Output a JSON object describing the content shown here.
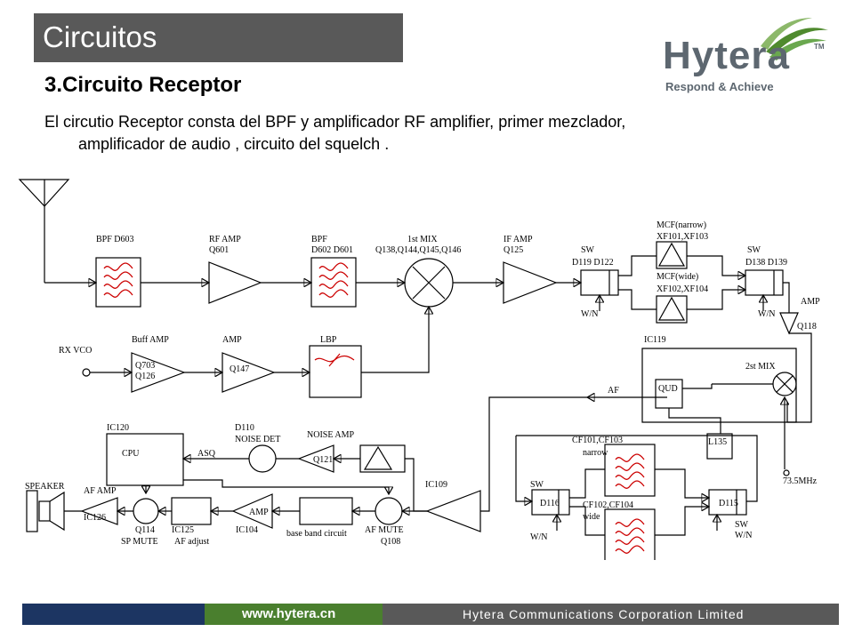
{
  "slide": {
    "title": "Circuitos",
    "subtitle": "3.Circuito Receptor",
    "body_line1": "El circutio Receptor consta del BPF y amplificador  RF amplifier, primer mezclador,",
    "body_line2": "amplificador de audio , circuito del squelch ."
  },
  "logo": {
    "brand": "Hytera",
    "tm": "TM",
    "tagline": "Respond & Achieve"
  },
  "footer": {
    "website": "www.hytera.cn",
    "company": "Hytera Communications Corporation Limited"
  },
  "diagram": {
    "bpf1": "BPF  D603",
    "rfamp": "RF AMP",
    "rfamp_q": "Q601",
    "bpf2": "BPF",
    "bpf2_d": "D602 D601",
    "mix1": "1st MIX",
    "mix1_q": "Q138,Q144,Q145,Q146",
    "ifamp": "IF AMP",
    "ifamp_q": "Q125",
    "sw1": "SW",
    "sw1_d": "D119  D122",
    "mcf_n": "MCF(narrow)",
    "mcf_n_xf": "XF101,XF103",
    "mcf_w": "MCF(wide)",
    "mcf_w_xf": "XF102,XF104",
    "sw2": "SW",
    "sw2_d": "D138  D139",
    "wn1": "W/N",
    "wn2": "W/N",
    "amp118": "AMP",
    "amp118_q": "Q118",
    "rxvco": "RX VCO",
    "buffamp": "Buff AMP",
    "buff_q1": "Q703",
    "buff_q2": "Q126",
    "amp147": "AMP",
    "amp147_q": "Q147",
    "lbp": "LBP",
    "ic119": "IC119",
    "mix2": "2st MIX",
    "af": "AF",
    "qud": "QUD",
    "l135": "L135",
    "mhz": "73.5MHz",
    "ic120": "IC120",
    "cpu": "CPU",
    "d110": "D110",
    "noisedet": "NOISE DET",
    "asq": "ASQ",
    "noiseamp": "NOISE AMP",
    "q121": "Q121",
    "ic109": "IC109",
    "cf_n": "CF101,CF103",
    "cf_n_l": "narrow",
    "cf_w": "CF102,CF104",
    "cf_w_l": "wide",
    "sw3": "SW",
    "d116": "D116",
    "wn3": "W/N",
    "d115": "D115",
    "sw4": "SW",
    "wn4": "W/N",
    "speaker": "SPEAKER",
    "afamp": "AF AMP",
    "ic126": "IC126",
    "q114": "Q114",
    "spmute": "SP MUTE",
    "ic125": "IC125",
    "afadjust": "AF adjust",
    "amp104": "AMP",
    "ic104": "IC104",
    "baseband": "base band circuit",
    "afmute": "AF MUTE",
    "q108": "Q108"
  }
}
